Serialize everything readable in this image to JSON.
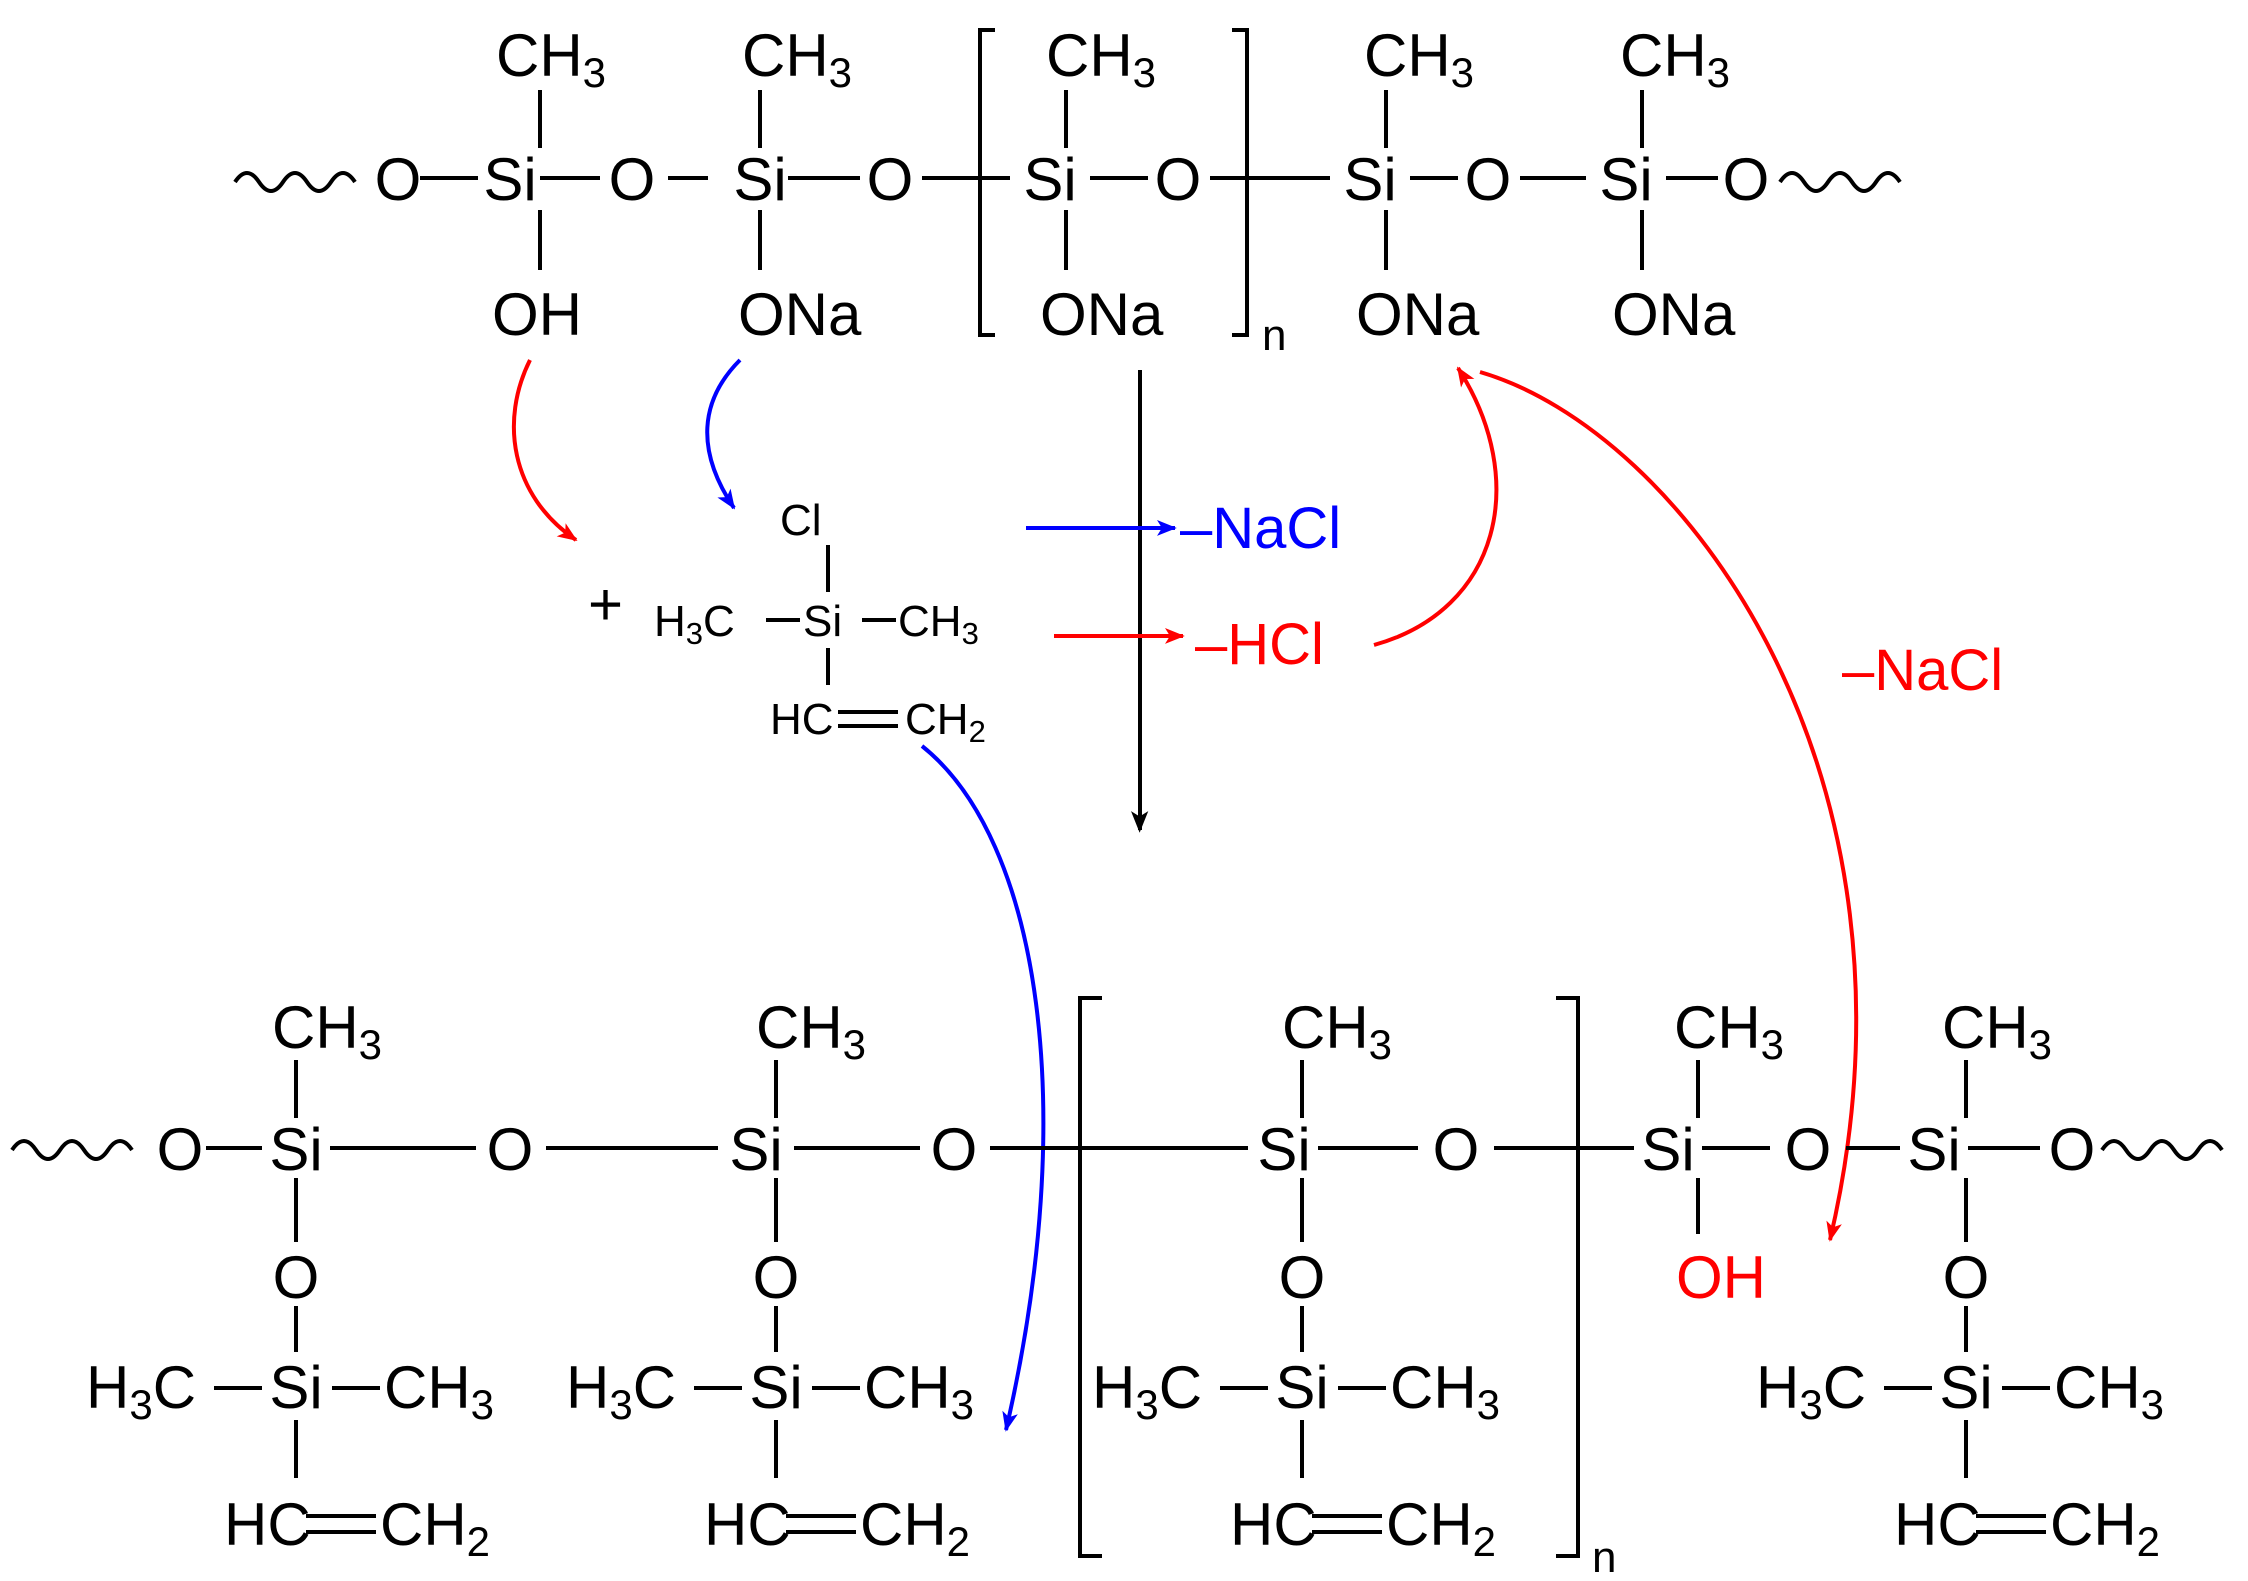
{
  "reactant": {
    "atoms": {
      "si": "Si",
      "o": "O",
      "ch3": "CH3",
      "oh": "OH",
      "ona": "ONa"
    },
    "repeat_n": "n"
  },
  "reagent": {
    "plus": "+",
    "cl": "Cl",
    "si": "Si",
    "h3c": "H3C",
    "ch3": "CH3",
    "hc": "HC",
    "ch2": "CH2"
  },
  "byproducts": {
    "nacl_blue": "–NaCl",
    "hcl_red": "–HCl",
    "nacl_red": "–NaCl"
  },
  "product": {
    "atoms": {
      "si": "Si",
      "o": "O",
      "ch3": "CH3",
      "h3c": "H3C",
      "hc": "HC",
      "ch2": "CH2",
      "oh": "OH"
    },
    "repeat_n": "n"
  },
  "colors": {
    "red": "#ff0000",
    "blue": "#0000ff",
    "black": "#000000"
  }
}
